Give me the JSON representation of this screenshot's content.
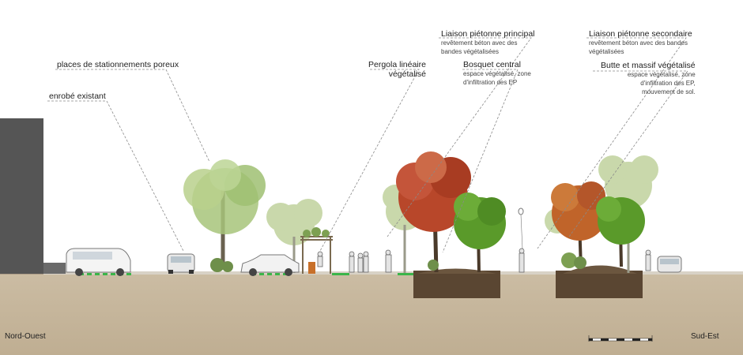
{
  "labels": {
    "stationnements": {
      "title": "places de stationnements poreux"
    },
    "enrobe": {
      "title": "enrobé existant"
    },
    "pergola": {
      "title_line1": "Pergola linéaire",
      "title_line2": "végétalisé"
    },
    "liaison_principal": {
      "title": "Liaison piétonne principal",
      "desc_line1": "revêtement béton avec des",
      "desc_line2": "bandes végétalisées"
    },
    "bosquet": {
      "title": "Bosquet central",
      "desc_line1": "espace végétalisé, zone",
      "desc_line2": "d'infiltration des EP"
    },
    "liaison_secondaire": {
      "title": "Liaison piétonne secondaire",
      "desc_line1": "revêtement béton avec des bandes",
      "desc_line2": "végétalisées"
    },
    "butte": {
      "title": "Butte et massif végétalisé",
      "desc_line1": "espace végétalisé, zone",
      "desc_line2": "d'infiltration des EP,",
      "desc_line3": "mouvement de sol."
    }
  },
  "orientation": {
    "left": "Nord-Ouest",
    "right": "Sud-Est"
  },
  "colors": {
    "ground": "#c5b59c",
    "soil": "#5a4632",
    "building": "#555555",
    "green_strip": "#3bb54a",
    "tree_red": "#b8472a",
    "tree_orange": "#c0642a",
    "tree_green": "#5a9a2a",
    "tree_pale": "#b7cc8f"
  }
}
